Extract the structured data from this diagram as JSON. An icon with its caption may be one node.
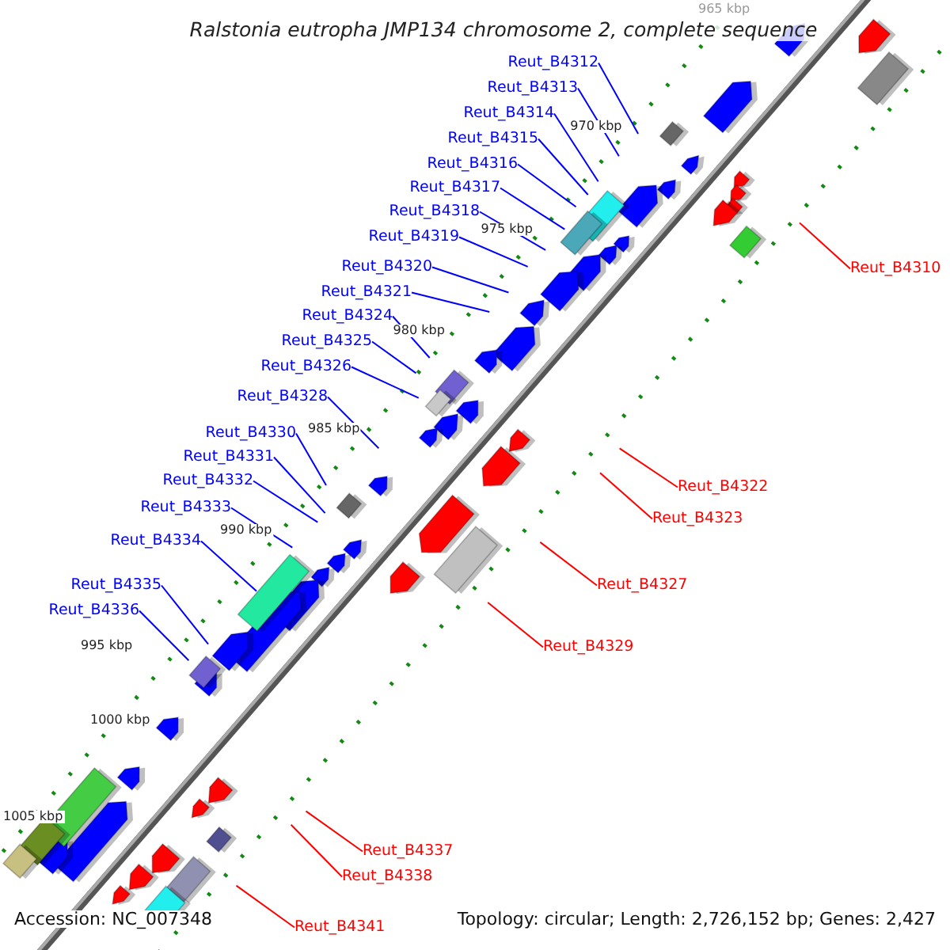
{
  "diagram": {
    "title": "Ralstonia eutropha JMP134 chromosome 2, complete sequence",
    "nodes": [
      {
        "text": [
          "Reut_B4312"
        ]
      },
      {
        "text": [
          "Reut_B4313"
        ]
      },
      {
        "text": [
          "Reut_B4314"
        ]
      },
      {
        "text": [
          "Reut_B4315"
        ]
      },
      {
        "text": [
          "Reut_B4316"
        ]
      },
      {
        "text": [
          "Reut_B4317"
        ]
      },
      {
        "text": [
          "Reut_B4318"
        ]
      },
      {
        "text": [
          "Reut_B4319"
        ]
      },
      {
        "text": [
          "Reut_B4310"
        ]
      },
      {
        "text": [
          "Reut_B4320"
        ]
      },
      {
        "text": [
          "Reut_B4321"
        ]
      },
      {
        "text": [
          "Reut_B4324"
        ]
      },
      {
        "text": [
          "Reut_B4325"
        ]
      },
      {
        "text": [
          "Reut_B4326"
        ]
      },
      {
        "text": [
          "Reut_B4328"
        ]
      },
      {
        "text": [
          "Reut_B4330"
        ]
      },
      {
        "text": [
          "Reut_B4331"
        ]
      },
      {
        "text": [
          "Reut_B4332"
        ]
      },
      {
        "text": [
          "Reut_B4322"
        ]
      },
      {
        "text": [
          "Reut_B4333"
        ]
      },
      {
        "text": [
          "Reut_B4323"
        ]
      },
      {
        "text": [
          "Reut_B4334"
        ]
      },
      {
        "text": [
          "Reut_B4335"
        ]
      },
      {
        "text": [
          "Reut_B4327"
        ]
      },
      {
        "text": [
          "Reut_B4336"
        ]
      },
      {
        "text": [
          "Reut_B4329"
        ]
      },
      {
        "text": [
          "Reut_B4337"
        ]
      },
      {
        "text": [
          "Reut_B4338"
        ]
      },
      {
        "text": [
          "Reut_B4341"
        ]
      }
    ],
    "edges": [
      {
        "from": 0,
        "to": null,
        "arrow": "none"
      },
      {
        "from": 1,
        "to": null,
        "arrow": "none"
      },
      {
        "from": 2,
        "to": null,
        "arrow": "none"
      },
      {
        "from": 3,
        "to": null,
        "arrow": "none"
      },
      {
        "from": 4,
        "to": null,
        "arrow": "none"
      },
      {
        "from": 5,
        "to": null,
        "arrow": "none"
      },
      {
        "from": 6,
        "to": null,
        "arrow": "none"
      },
      {
        "from": 7,
        "to": null,
        "arrow": "none"
      },
      {
        "from": 8,
        "to": null,
        "arrow": "none",
        "color": "#ff0000"
      },
      {
        "from": 9,
        "to": null,
        "arrow": "none"
      },
      {
        "from": 10,
        "to": null,
        "arrow": "none"
      },
      {
        "from": 11,
        "to": null,
        "arrow": "none"
      },
      {
        "from": 12,
        "to": null,
        "arrow": "none"
      },
      {
        "from": 13,
        "to": null,
        "arrow": "none"
      },
      {
        "from": 14,
        "to": null,
        "arrow": "none"
      },
      {
        "from": 15,
        "to": null,
        "arrow": "none"
      },
      {
        "from": 16,
        "to": null,
        "arrow": "none"
      },
      {
        "from": 17,
        "to": null,
        "arrow": "none"
      },
      {
        "from": 18,
        "to": null,
        "arrow": "none",
        "color": "#ff0000"
      },
      {
        "from": 19,
        "to": null,
        "arrow": "none"
      },
      {
        "from": 20,
        "to": null,
        "arrow": "none",
        "color": "#ff0000"
      },
      {
        "from": 21,
        "to": null,
        "arrow": "none"
      },
      {
        "from": 22,
        "to": null,
        "arrow": "none"
      },
      {
        "from": 23,
        "to": null,
        "arrow": "none",
        "color": "#ff0000"
      },
      {
        "from": 24,
        "to": null,
        "arrow": "none"
      },
      {
        "from": 25,
        "to": null,
        "arrow": "none",
        "color": "#ff0000"
      },
      {
        "from": 26,
        "to": null,
        "arrow": "none",
        "color": "#ff0000"
      },
      {
        "from": 27,
        "to": null,
        "arrow": "none",
        "color": "#ff0000"
      },
      {
        "from": 28,
        "to": null,
        "arrow": "none",
        "color": "#ff0000"
      }
    ],
    "labels": [
      "965 kbp",
      "970 kbp",
      "975 kbp",
      "980 kbp",
      "985 kbp",
      "990 kbp",
      "995 kbp",
      "1000 kbp",
      "1005 kbp",
      "Accession: NC_007348",
      "Topology: circular; Length: 2,726,152 bp; Genes: 2,427"
    ]
  }
}
